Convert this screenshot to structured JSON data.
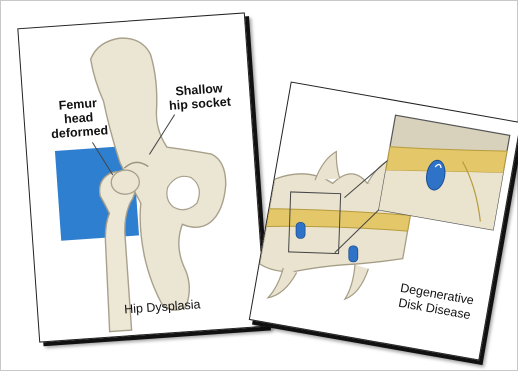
{
  "hip_card": {
    "label_femur": [
      "Femur",
      "head",
      "deformed"
    ],
    "label_socket": [
      "Shallow",
      "hip socket"
    ],
    "caption": "Hip Dysplasia",
    "accent": "#2f7fd1"
  },
  "spine_card": {
    "caption": [
      "Degenerative",
      "Disk Disease"
    ],
    "disk_color": "#2f73c9",
    "band_color": "#e3c768"
  }
}
